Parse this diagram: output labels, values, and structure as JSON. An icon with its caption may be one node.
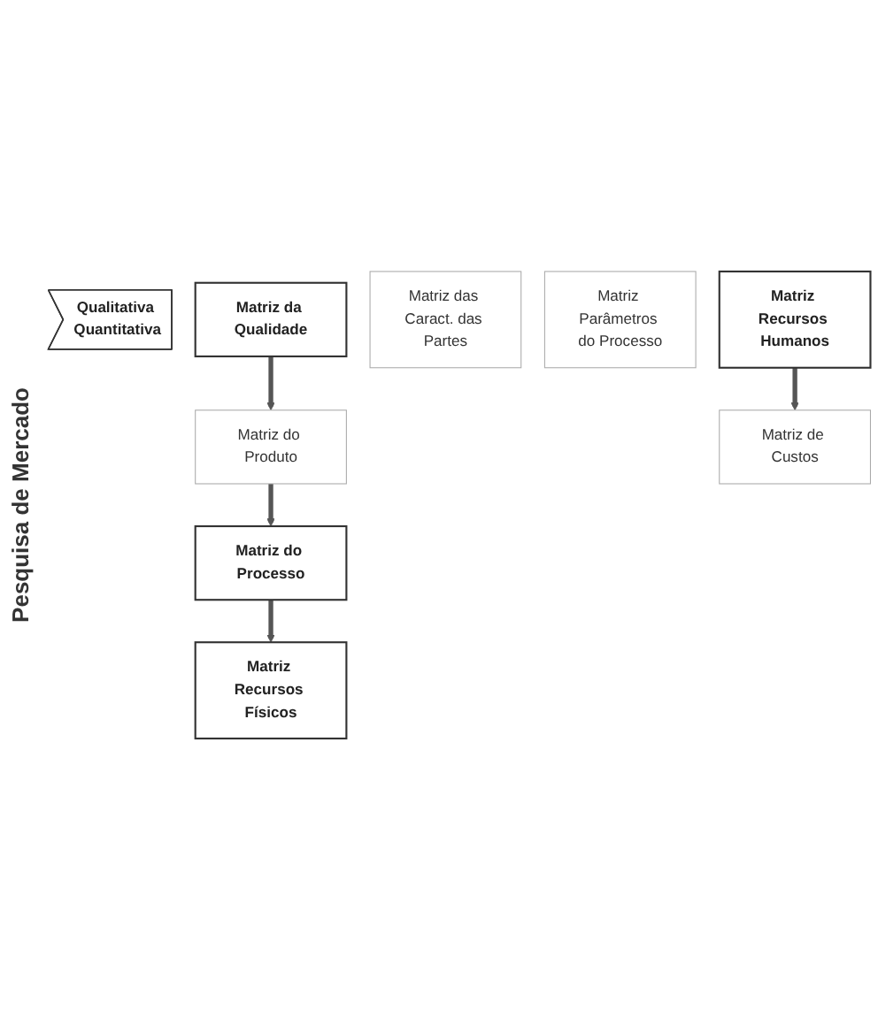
{
  "diagram": {
    "nodes": [
      {
        "text": [
          "Qualitativa Quantitativa"
        ]
      },
      {
        "text": [
          "Matriz da Qualidade"
        ]
      },
      {
        "text": [
          "Matriz do Produto"
        ]
      },
      {
        "text": [
          "Matriz das Caract. das Partes"
        ]
      },
      {
        "text": [
          "Matriz do Processo"
        ]
      },
      {
        "text": [
          "Matriz Parâmetros do Processo"
        ]
      },
      {
        "text": [
          "Matriz Recursos Físicos"
        ]
      },
      {
        "text": [
          "Matriz Recursos Humanos"
        ]
      },
      {
        "text": [
          "Matriz de Custos"
        ]
      }
    ],
    "edges": [
      {
        "from": 1,
        "to": 2,
        "arrow": "to"
      },
      {
        "from": 2,
        "to": 4,
        "arrow": "to"
      },
      {
        "from": 4,
        "to": 6,
        "arrow": "to"
      },
      {
        "from": 7,
        "to": 8,
        "arrow": "to"
      }
    ],
    "labels": [
      "Pesquisa de Mercado"
    ]
  }
}
